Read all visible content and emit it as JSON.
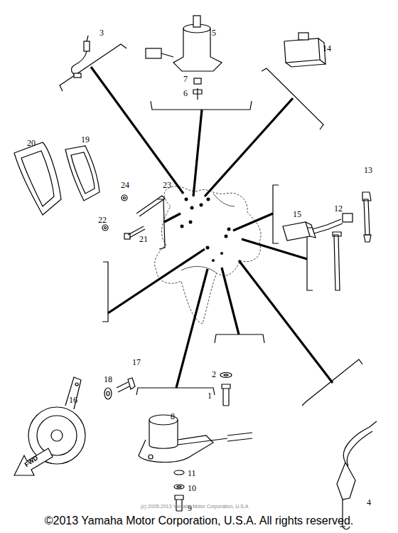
{
  "diagram": {
    "caption": "©2013 Yamaha Motor Corporation, U.S.A. All rights reserved.",
    "labels": [
      "3",
      "5",
      "14",
      "7",
      "6",
      "20",
      "19",
      "24",
      "23",
      "22",
      "21",
      "15",
      "13",
      "12",
      "16",
      "18",
      "17",
      "2",
      "1",
      "8",
      "11",
      "10",
      "9",
      "FWD",
      "4",
      "(c) 2005-2013 Yamaha Motor Corporation, U.S.A"
    ]
  }
}
